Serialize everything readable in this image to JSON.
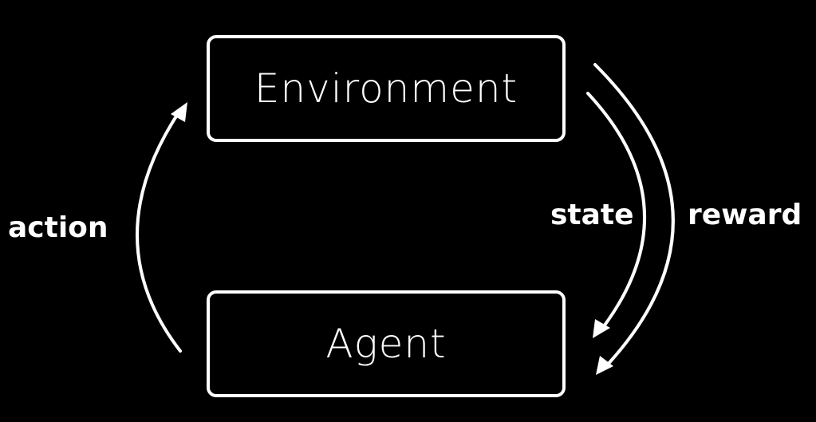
{
  "diagram": {
    "nodes": {
      "environment": "Environment",
      "agent": "Agent"
    },
    "edges": {
      "action": "action",
      "state": "state",
      "reward": "reward"
    },
    "colors": {
      "background": "#000000",
      "foreground": "#ffffff"
    }
  }
}
